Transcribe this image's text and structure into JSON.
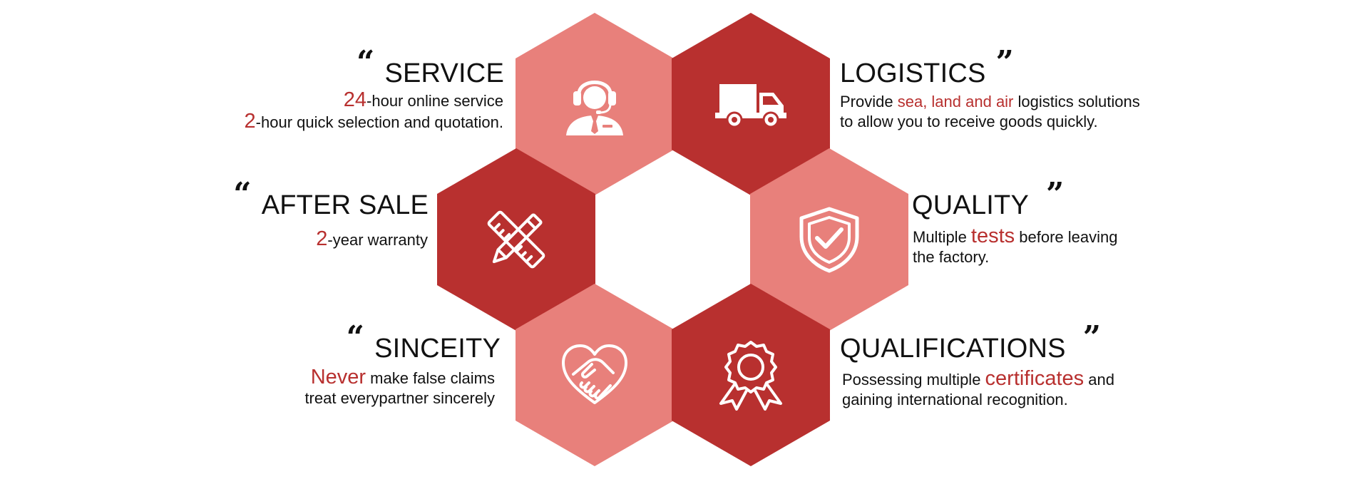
{
  "colors": {
    "accent": "#b8302f",
    "hex_dark": "#b8302f",
    "hex_light": "#e8807b",
    "icon": "#ffffff"
  },
  "features": {
    "service": {
      "icon": "customer-service-icon",
      "open_quote": "“",
      "title": "SERVICE",
      "line1_accent": "24",
      "line1_rest": "-hour online service",
      "line2_accent": "2",
      "line2_rest": "-hour quick selection and quotation."
    },
    "logistics": {
      "icon": "truck-icon",
      "title": "LOGISTICS",
      "close_quote": "”",
      "line1_prefix": "Provide ",
      "line1_accent": "sea, land and air",
      "line1_rest": " logistics solutions",
      "line2": "to allow you to receive goods quickly."
    },
    "after_sale": {
      "icon": "pencil-ruler-icon",
      "open_quote": "“",
      "title": "AFTER SALE",
      "line1_accent": "2",
      "line1_rest": "-year warranty"
    },
    "quality": {
      "icon": "shield-check-icon",
      "title": "QUALITY",
      "close_quote": "”",
      "line1_prefix": "Multiple ",
      "line1_accent": "tests",
      "line1_rest": " before leaving",
      "line2": "the factory."
    },
    "sinceity": {
      "icon": "heart-handshake-icon",
      "open_quote": "“",
      "title": "SINCEITY",
      "line1_accent": "Never",
      "line1_rest": " make false claims",
      "line2": "treat everypartner sincerely"
    },
    "qualifications": {
      "icon": "award-badge-icon",
      "title": "QUALIFICATIONS",
      "close_quote": "”",
      "line1_prefix": "Possessing multiple ",
      "line1_accent": "certificates",
      "line1_rest": " and",
      "line2": "gaining international recognition."
    }
  }
}
